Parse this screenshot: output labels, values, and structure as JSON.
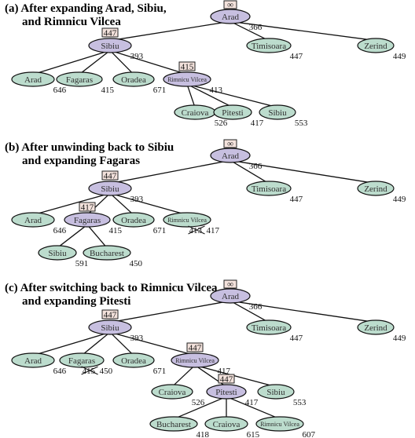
{
  "colors": {
    "explored_fill": "#c7bfe0",
    "frontier_fill": "#bcdccd",
    "edge": "#111111",
    "box_fill": "#f3e2dc"
  },
  "panels": [
    {
      "caption": [
        "(a) After expanding Arad, Sibiu,",
        "and Rimnicu Vilcea"
      ],
      "infinity": "∞",
      "nodes": [
        {
          "id": "arad",
          "label": "Arad",
          "f": "366",
          "type": "explored"
        },
        {
          "id": "sibiu",
          "label": "Sibiu",
          "f": "393",
          "type": "explored",
          "limit": "447"
        },
        {
          "id": "timisoara",
          "label": "Timisoara",
          "f": "447",
          "type": "frontier"
        },
        {
          "id": "zerind",
          "label": "Zerind",
          "f": "449",
          "type": "frontier"
        },
        {
          "id": "arad2",
          "label": "Arad",
          "f": "646",
          "type": "frontier"
        },
        {
          "id": "fagaras",
          "label": "Fagaras",
          "f": "415",
          "type": "frontier"
        },
        {
          "id": "oradea",
          "label": "Oradea",
          "f": "671",
          "type": "frontier"
        },
        {
          "id": "rimnicu",
          "label": "Rimnicu Vilcea",
          "f": "413",
          "type": "explored",
          "limit": "415"
        },
        {
          "id": "craiova",
          "label": "Craiova",
          "f": "526",
          "type": "frontier"
        },
        {
          "id": "pitesti",
          "label": "Pitesti",
          "f": "417",
          "type": "frontier"
        },
        {
          "id": "sibiu2",
          "label": "Sibiu",
          "f": "553",
          "type": "frontier"
        }
      ]
    },
    {
      "caption": [
        "(b) After unwinding back to Sibiu",
        "and expanding Fagaras"
      ],
      "infinity": "∞",
      "nodes": [
        {
          "id": "arad",
          "label": "Arad",
          "f": "366",
          "type": "explored"
        },
        {
          "id": "sibiu",
          "label": "Sibiu",
          "f": "393",
          "type": "explored",
          "limit": "447"
        },
        {
          "id": "timisoara",
          "label": "Timisoara",
          "f": "447",
          "type": "frontier"
        },
        {
          "id": "zerind",
          "label": "Zerind",
          "f": "449",
          "type": "frontier"
        },
        {
          "id": "arad2",
          "label": "Arad",
          "f": "646",
          "type": "frontier"
        },
        {
          "id": "fagaras",
          "label": "Fagaras",
          "f": "415",
          "type": "explored",
          "limit": "417"
        },
        {
          "id": "oradea",
          "label": "Oradea",
          "f": "671",
          "type": "frontier"
        },
        {
          "id": "rimnicu",
          "label": "Rimnicu Vilcea",
          "f": "417",
          "crossed": "413",
          "type": "frontier"
        },
        {
          "id": "sibiu3",
          "label": "Sibiu",
          "f": "591",
          "type": "frontier"
        },
        {
          "id": "bucharest",
          "label": "Bucharest",
          "f": "450",
          "type": "frontier"
        }
      ]
    },
    {
      "caption": [
        "(c) After switching back to Rimnicu Vilcea",
        "and expanding Pitesti"
      ],
      "infinity": "∞",
      "nodes": [
        {
          "id": "arad",
          "label": "Arad",
          "f": "366",
          "type": "explored"
        },
        {
          "id": "sibiu",
          "label": "Sibiu",
          "f": "393",
          "type": "explored",
          "limit": "447"
        },
        {
          "id": "timisoara",
          "label": "Timisoara",
          "f": "447",
          "type": "frontier"
        },
        {
          "id": "zerind",
          "label": "Zerind",
          "f": "449",
          "type": "frontier"
        },
        {
          "id": "arad2",
          "label": "Arad",
          "f": "646",
          "type": "frontier"
        },
        {
          "id": "fagaras",
          "label": "Fagaras",
          "f": "450",
          "crossed": "415",
          "type": "frontier"
        },
        {
          "id": "oradea",
          "label": "Oradea",
          "f": "671",
          "type": "frontier"
        },
        {
          "id": "rimnicu",
          "label": "Rimnicu Vilcea",
          "f": "417",
          "type": "explored",
          "limit": "447"
        },
        {
          "id": "craiova",
          "label": "Craiova",
          "f": "526",
          "type": "frontier"
        },
        {
          "id": "pitesti",
          "label": "Pitesti",
          "f": "417",
          "type": "explored",
          "limit": "447"
        },
        {
          "id": "sibiu2",
          "label": "Sibiu",
          "f": "553",
          "type": "frontier"
        },
        {
          "id": "bucharest",
          "label": "Bucharest",
          "f": "418",
          "type": "frontier"
        },
        {
          "id": "craiova2",
          "label": "Craiova",
          "f": "615",
          "type": "frontier"
        },
        {
          "id": "rimnicu2",
          "label": "Rimnicu Vilcea",
          "f": "607",
          "type": "frontier"
        }
      ]
    }
  ]
}
